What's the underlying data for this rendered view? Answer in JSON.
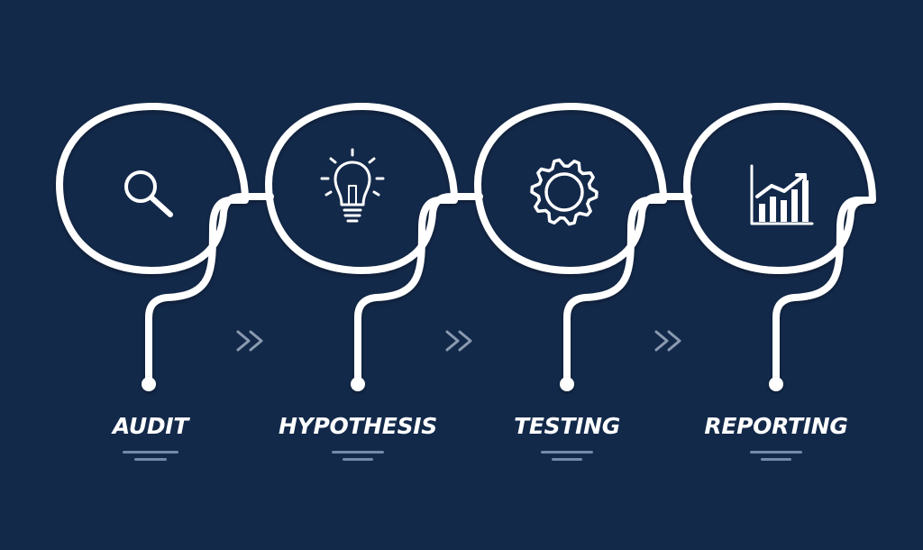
{
  "colors": {
    "background": "#13294a",
    "line": "#ffffff",
    "chevron": "#8a9ab0"
  },
  "steps": [
    {
      "title": "AUDIT",
      "icon": "magnifier-icon"
    },
    {
      "title": "HYPOTHESIS",
      "icon": "lightbulb-icon"
    },
    {
      "title": "TESTING",
      "icon": "gear-icon"
    },
    {
      "title": "REPORTING",
      "icon": "bar-chart-icon"
    }
  ],
  "connectors": [
    "chevron-double-right-icon",
    "chevron-double-right-icon",
    "chevron-double-right-icon"
  ]
}
